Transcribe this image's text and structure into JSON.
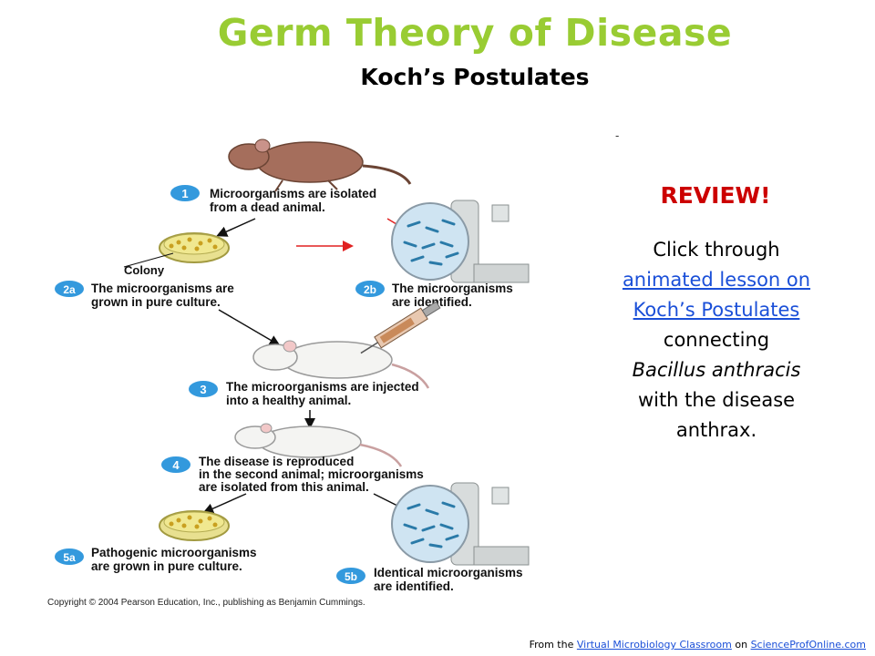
{
  "header": {
    "title": "Germ Theory of Disease",
    "subtitle": "Koch’s Postulates"
  },
  "diagram": {
    "steps": [
      {
        "badge": "1",
        "line1": "Microorganisms are isolated",
        "line2": "from a dead animal."
      },
      {
        "badge": "2a",
        "line1": "The microorganisms are",
        "line2": "grown in pure culture."
      },
      {
        "badge": "2b",
        "line1": "The microorganisms",
        "line2": "are identified."
      },
      {
        "badge": "3",
        "line1": "The microorganisms are injected",
        "line2": "into a healthy animal."
      },
      {
        "badge": "4",
        "line1": "The disease is reproduced",
        "line2": "in the second animal; microorganisms",
        "line3": "are isolated from this animal."
      },
      {
        "badge": "5a",
        "line1": "Pathogenic microorganisms",
        "line2": "are grown in pure culture."
      },
      {
        "badge": "5b",
        "line1": "Identical microorganisms",
        "line2": "are identified."
      }
    ],
    "colony_label": "Colony",
    "copyright": "Copyright © 2004 Pearson Education, Inc., publishing as Benjamin Cummings."
  },
  "review": {
    "mark": "-",
    "title": "REVIEW!",
    "intro": "Click through",
    "link_text": "animated lesson on Koch’s Postulates",
    "middle": "connecting",
    "species": "Bacillus anthracis",
    "outro": "with the disease anthrax."
  },
  "footer": {
    "prefix": "From the",
    "link1": "Virtual Microbiology Classroom",
    "connector": "on",
    "link2": "ScienceProfOnline.com"
  },
  "colors": {
    "title": "#99cc33",
    "review": "#cc0000",
    "link": "#1a4fd8",
    "badge": "#3399dd"
  }
}
